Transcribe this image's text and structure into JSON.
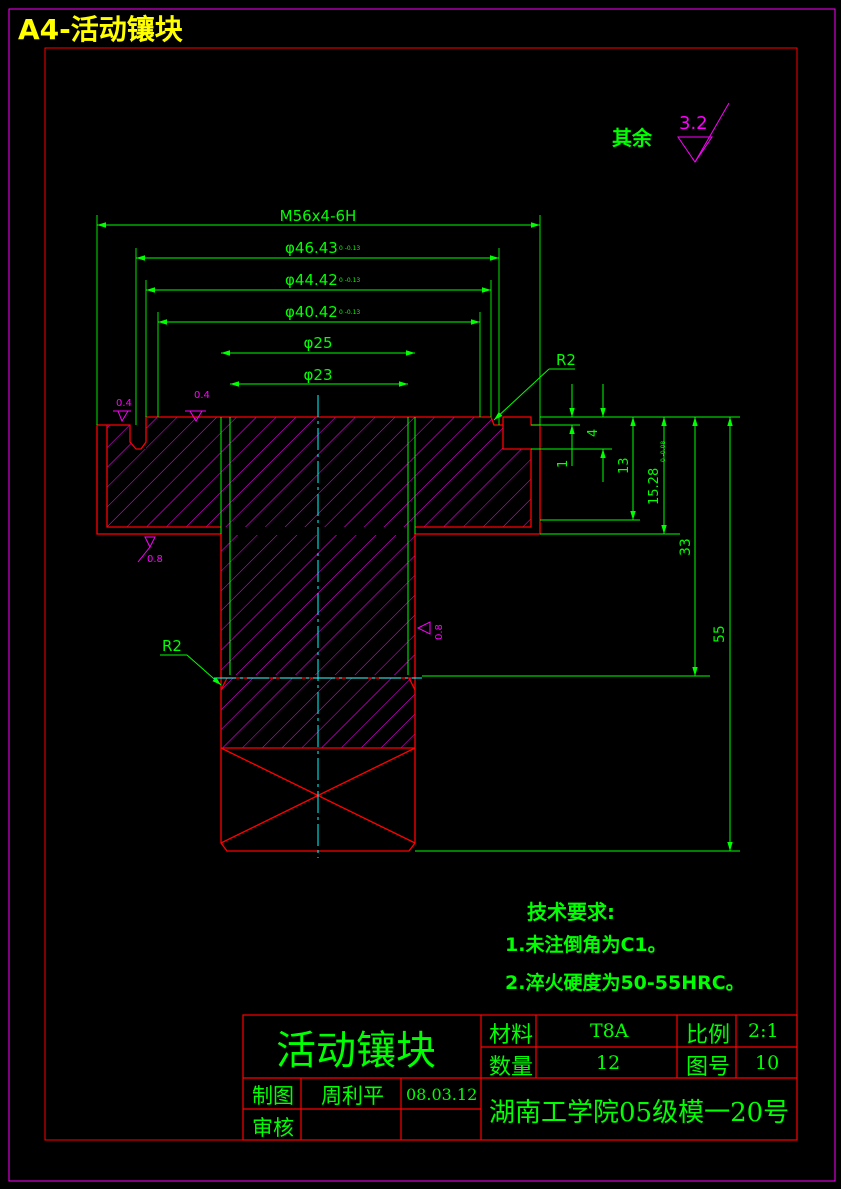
{
  "sheet_title": "A4-活动镶块",
  "roughness_note": {
    "label": "其余",
    "value": "3.2"
  },
  "dimensions": {
    "thread": "M56x4-6H",
    "dia1": "φ46.43",
    "dia1_tol": "0 -0.13",
    "dia2": "φ44.42",
    "dia2_tol": "0 -0.13",
    "dia3": "φ40.42",
    "dia3_tol": "0 -0.13",
    "dia4": "φ25",
    "dia5": "φ23",
    "r_top": "R2",
    "r_left": "R2",
    "v4": "4",
    "v1": "1",
    "v13": "13",
    "v15": "15.28",
    "v15_tol": "0 -0.08",
    "v33": "33",
    "v55": "55",
    "rough_a": "0.4",
    "rough_b": "0.4",
    "rough_c": "0.8",
    "rough_d": "0.8"
  },
  "tech_requirements": {
    "heading": "技术要求:",
    "item1": "1.未注倒角为C1。",
    "item2": "2.淬火硬度为50-55HRC。"
  },
  "title_block": {
    "part_name": "活动镶块",
    "material_label": "材料",
    "material_value": "T8A",
    "scale_label": "比例",
    "scale_value": "2:1",
    "quantity_label": "数量",
    "quantity_value": "12",
    "drawing_no_label": "图号",
    "drawing_no_value": "10",
    "drawn_label": "制图",
    "drawn_by": "周利平",
    "date": "08.03.12",
    "checked_label": "审核",
    "school": "湖南工学院05级模一20号"
  },
  "colors": {
    "background": "#000000",
    "outline": "#ff0000",
    "dimension": "#00ff00",
    "hatch": "#ff00ff",
    "centerline": "#00ffff",
    "title": "#ffff00",
    "border": "#ff00ff"
  }
}
